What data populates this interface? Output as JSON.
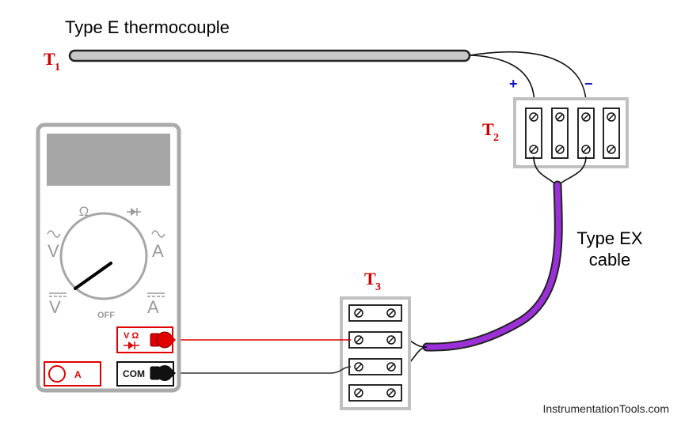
{
  "title": "Type E thermocouple",
  "t1": {
    "main": "T",
    "sub": "1"
  },
  "t2": {
    "main": "T",
    "sub": "2"
  },
  "t3": {
    "main": "T",
    "sub": "3"
  },
  "polarity": {
    "plus": "+",
    "minus": "−"
  },
  "cable_label": {
    "line1": "Type EX",
    "line2": "cable"
  },
  "meter": {
    "ohm_symbol": "Ω",
    "ac_v": "V",
    "dc_v": "V",
    "ac_a": "A",
    "dc_a": "A",
    "off_label": "OFF",
    "jack_volt_ohm": "V Ω",
    "jack_amp": "A",
    "jack_com": "COM"
  },
  "watermark": "InstrumentationTools.com",
  "colors": {
    "label_red": "#cc0000",
    "test_lead_red": "#e00000",
    "ex_cable": "#9b30d9",
    "thermocouple_sheath": "#c8c8c8",
    "terminal_block": "#c0c0c0",
    "meter_display": "#a6a6a6"
  }
}
